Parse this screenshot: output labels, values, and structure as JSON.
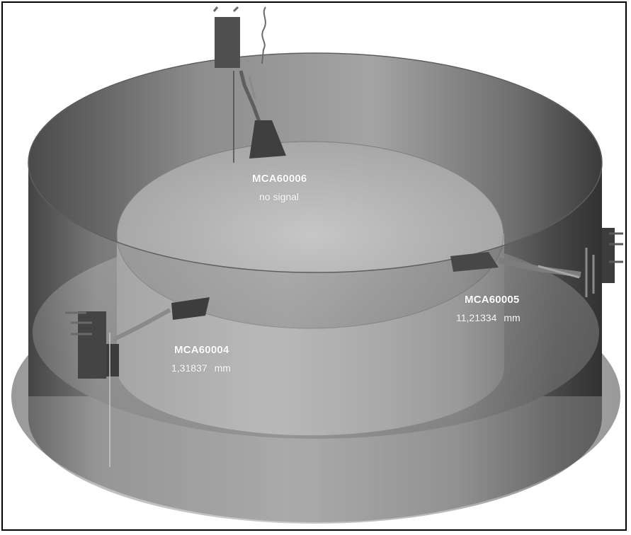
{
  "sensors": [
    {
      "id": "MCA60006",
      "reading": "no signal",
      "unit": ""
    },
    {
      "id": "MCA60005",
      "reading": "11,21334",
      "unit": "mm"
    },
    {
      "id": "MCA60004",
      "reading": "1,31837",
      "unit": "mm"
    }
  ]
}
